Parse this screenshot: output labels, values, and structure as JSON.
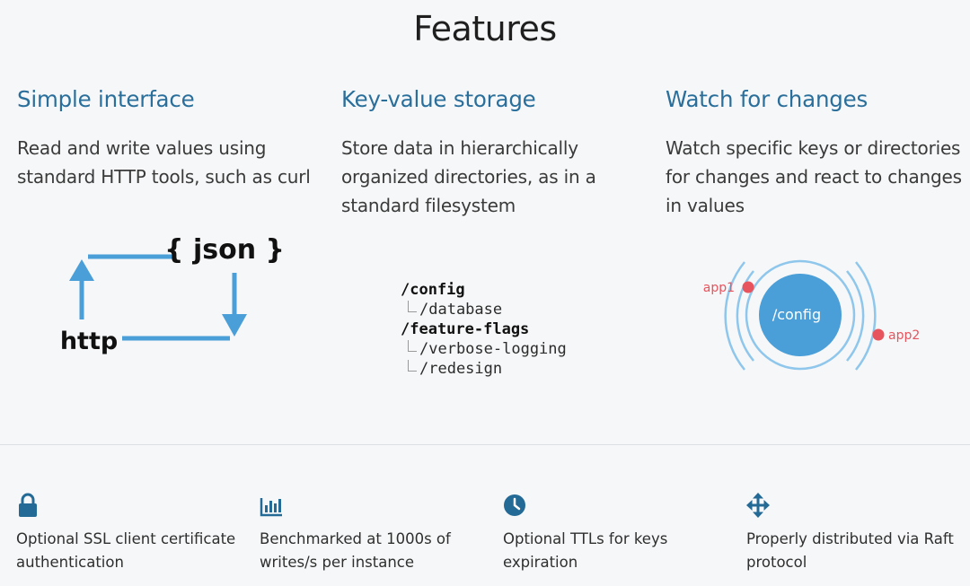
{
  "page": {
    "title": "Features"
  },
  "features": [
    {
      "heading": "Simple interface",
      "description": "Read and write values using standard HTTP tools, such as curl"
    },
    {
      "heading": "Key-value storage",
      "description": "Store data in hierarchically organized directories, as in a standard filesystem"
    },
    {
      "heading": "Watch for changes",
      "description": "Watch specific keys or directories for changes and react to changes in values"
    }
  ],
  "http_diagram": {
    "top_label": "{ json }",
    "bottom_label": "http"
  },
  "tree": {
    "lines": [
      "/config",
      "/database",
      "/feature-flags",
      "/verbose-logging",
      "/redesign"
    ]
  },
  "watch_diagram": {
    "center_label": "/config",
    "client_1": "app1",
    "client_2": "app2"
  },
  "colors": {
    "accent_blue": "#2a6f9b",
    "diagram_blue": "#4b9fd8",
    "ring_blue": "#8ec6ec",
    "dot_red": "#e8545e",
    "icon_blue": "#246a96"
  },
  "bottom_features": [
    {
      "icon": "lock-icon",
      "text": "Optional SSL client certificate authentication"
    },
    {
      "icon": "bar-chart-icon",
      "text": "Benchmarked at 1000s of writes/s per instance"
    },
    {
      "icon": "clock-icon",
      "text": "Optional TTLs for keys expiration"
    },
    {
      "icon": "arrows-move-icon",
      "text": "Properly distributed via Raft protocol"
    }
  ]
}
